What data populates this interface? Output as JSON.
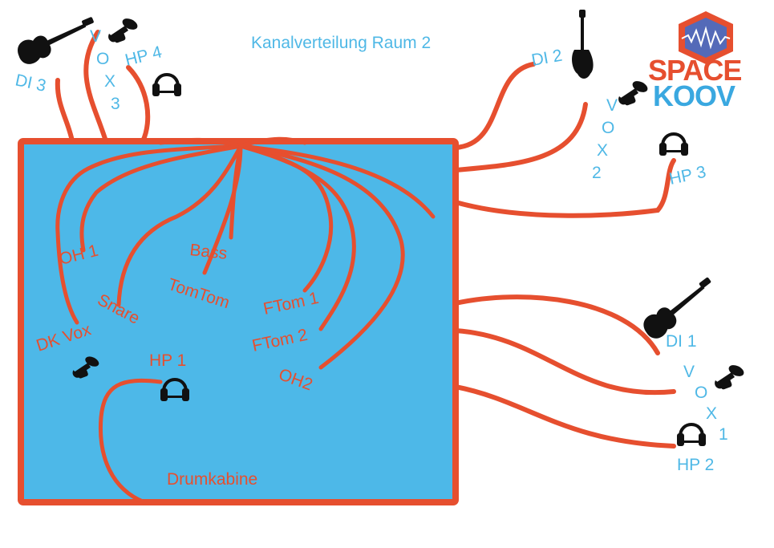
{
  "title": "Kanalverteilung Raum 2",
  "logo": {
    "line1": "SPACE",
    "line2": "KOOV"
  },
  "room_label": "Drumkabine",
  "inside_labels": {
    "oh1": "OH 1",
    "bass": "Bass",
    "snare": "Snare",
    "tomtom": "TomTom",
    "ftom1": "FTom 1",
    "ftom2": "FTom 2",
    "dkvox": "DK Vox",
    "hp1": "HP 1",
    "oh2": "OH2"
  },
  "outside_labels": {
    "di3": "DI 3",
    "vox3": [
      "V",
      "O",
      "X",
      "3"
    ],
    "hp4": "HP 4",
    "di2": "DI 2",
    "vox2": [
      "V",
      "O",
      "X",
      "2"
    ],
    "hp3": "HP 3",
    "di1": "DI 1",
    "vox1": [
      "V",
      "O",
      "X",
      "1"
    ],
    "hp2": "HP 2"
  },
  "colors": {
    "room_fill": "#4db8e8",
    "cable": "#e64f2f",
    "label_blue": "#4fb8e6",
    "icon": "#111111"
  },
  "icons": [
    "guitar-icon",
    "bass-guitar-icon",
    "microphone-icon",
    "headphones-icon",
    "logo-hexagon"
  ]
}
